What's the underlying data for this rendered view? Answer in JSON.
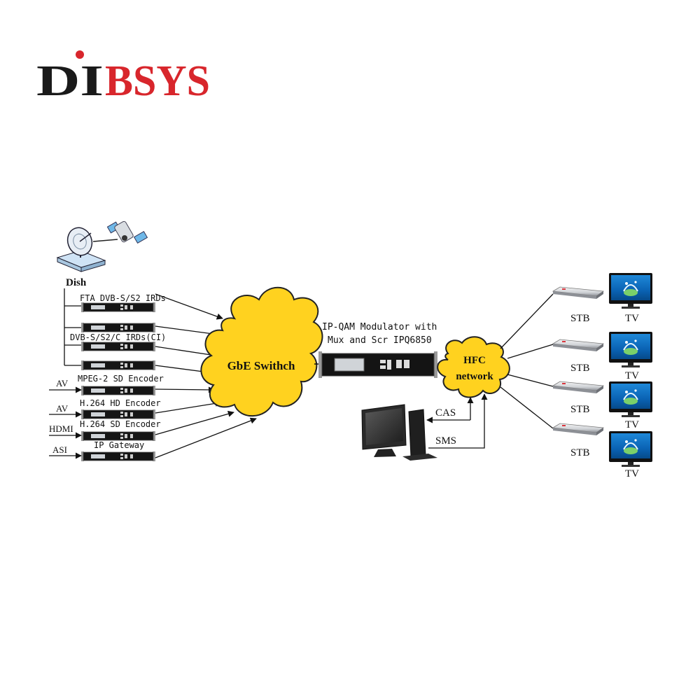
{
  "logo": {
    "text_black": "DI",
    "text_red": "BSYS",
    "brand_red": "#d8262c",
    "brand_black": "#1a1a1a"
  },
  "sources": {
    "dish_label": "Dish",
    "devices": [
      {
        "label": "FTA DVB-S/S2 IRDs",
        "input": ""
      },
      {
        "label": "",
        "input": ""
      },
      {
        "label": "DVB-S/S2/C IRDs(CI)",
        "input": ""
      },
      {
        "label": "",
        "input": ""
      },
      {
        "label": "MPEG-2 SD Encoder",
        "input": "AV"
      },
      {
        "label": "H.264 HD Encoder",
        "input": "AV"
      },
      {
        "label": "H.264 SD Encoder",
        "input": "HDMI"
      },
      {
        "label": "IP Gateway",
        "input": "ASI"
      }
    ]
  },
  "switch": {
    "label": "GbE Swithch",
    "fill": "#ffd21f"
  },
  "modulator": {
    "line1": "IP-QAM Modulator with",
    "line2": "Mux and Scr IPQ6850"
  },
  "hfc": {
    "line1": "HFC",
    "line2": "network",
    "fill": "#ffd21f"
  },
  "control": {
    "cas": "CAS",
    "sms": "SMS"
  },
  "outputs": [
    {
      "stb": "STB",
      "tv": "TV"
    },
    {
      "stb": "STB",
      "tv": "TV"
    },
    {
      "stb": "STB",
      "tv": "TV"
    },
    {
      "stb": "STB",
      "tv": "TV"
    }
  ],
  "icons": [
    "satellite-dish-icon",
    "satellite-icon",
    "rack-device-icon",
    "computer-icon",
    "set-top-box-icon",
    "tv-icon"
  ]
}
